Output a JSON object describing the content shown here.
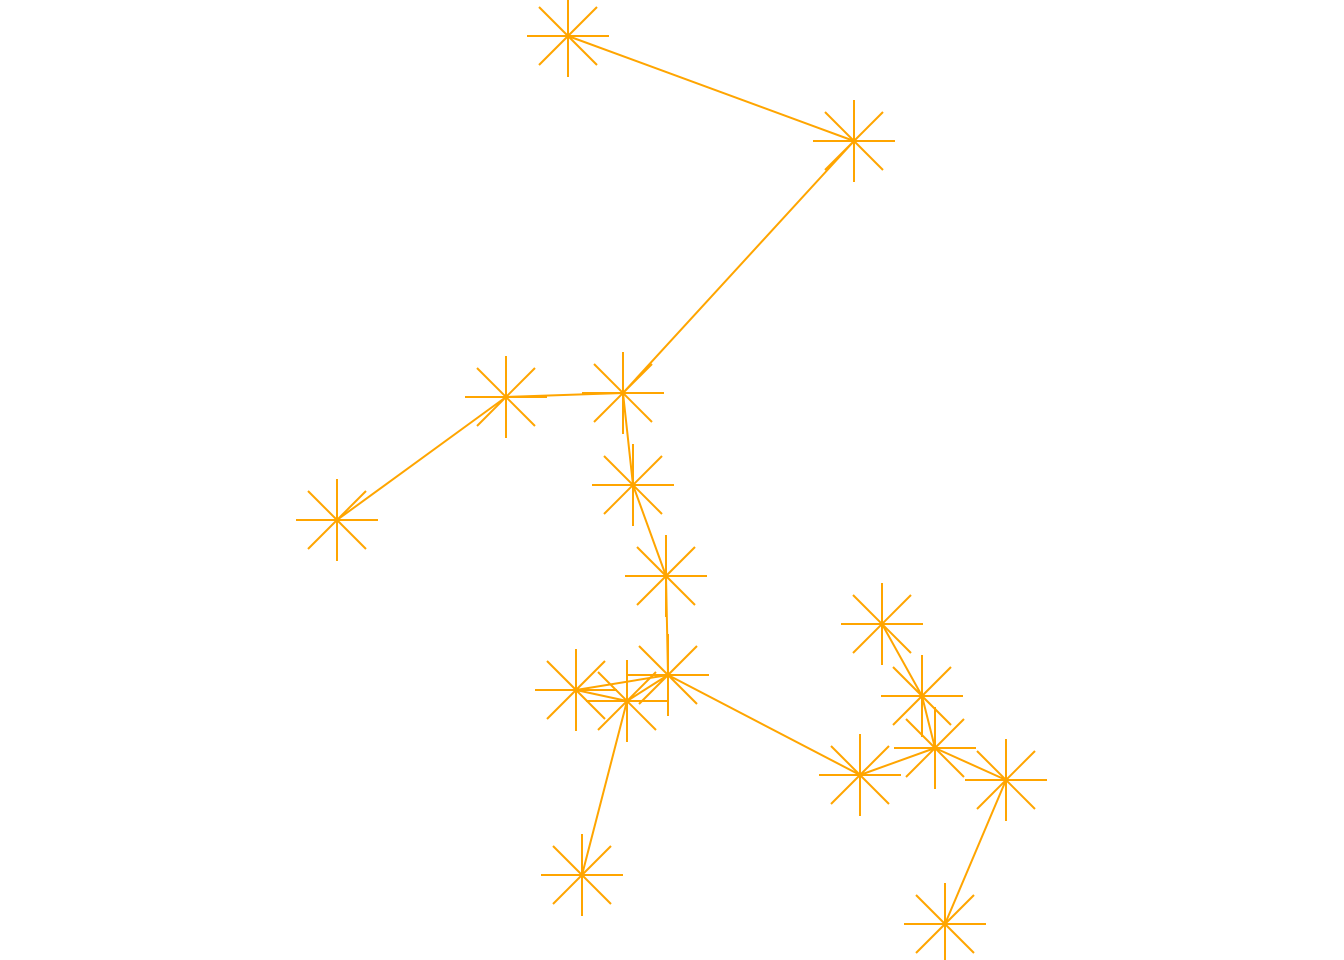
{
  "diagram": {
    "type": "star-node-graph",
    "stroke_color": "#FFA500",
    "background": "#FFFFFF",
    "node_marker": "asterisk-icon",
    "nodes": [
      {
        "id": "n1"
      },
      {
        "id": "n2"
      },
      {
        "id": "n3"
      },
      {
        "id": "n4"
      },
      {
        "id": "n5"
      },
      {
        "id": "n6"
      },
      {
        "id": "n7"
      },
      {
        "id": "n8"
      },
      {
        "id": "n9"
      },
      {
        "id": "n10"
      },
      {
        "id": "n11"
      },
      {
        "id": "n12"
      },
      {
        "id": "n13"
      },
      {
        "id": "n14"
      },
      {
        "id": "n15"
      },
      {
        "id": "n16"
      },
      {
        "id": "n17"
      }
    ],
    "edges": [
      [
        "n1",
        "n2"
      ],
      [
        "n2",
        "n3"
      ],
      [
        "n3",
        "n4"
      ],
      [
        "n4",
        "n5"
      ],
      [
        "n3",
        "n6"
      ],
      [
        "n6",
        "n7"
      ],
      [
        "n7",
        "n8"
      ],
      [
        "n8",
        "n9"
      ],
      [
        "n8",
        "n10"
      ],
      [
        "n9",
        "n10"
      ],
      [
        "n10",
        "n11"
      ],
      [
        "n8",
        "n12"
      ],
      [
        "n12",
        "n15"
      ],
      [
        "n13",
        "n14"
      ],
      [
        "n14",
        "n15"
      ],
      [
        "n15",
        "n16"
      ],
      [
        "n16",
        "n17"
      ]
    ]
  }
}
